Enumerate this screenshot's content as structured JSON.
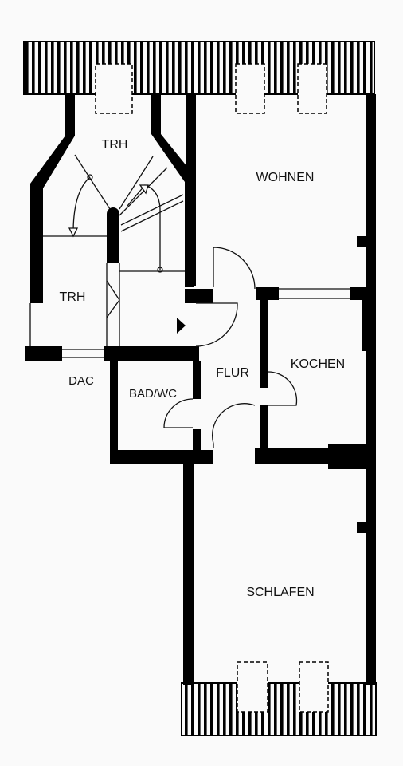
{
  "rooms": {
    "trh_top": "TRH",
    "trh_left": "TRH",
    "wohnen": "WOHNEN",
    "kochen": "KOCHEN",
    "flur": "FLUR",
    "bad_wc": "BAD/WC",
    "dac": "DAC",
    "schlafen": "SCHLAFEN"
  },
  "colors": {
    "wall": "#000000",
    "background": "#fafafa",
    "line": "#111111"
  }
}
